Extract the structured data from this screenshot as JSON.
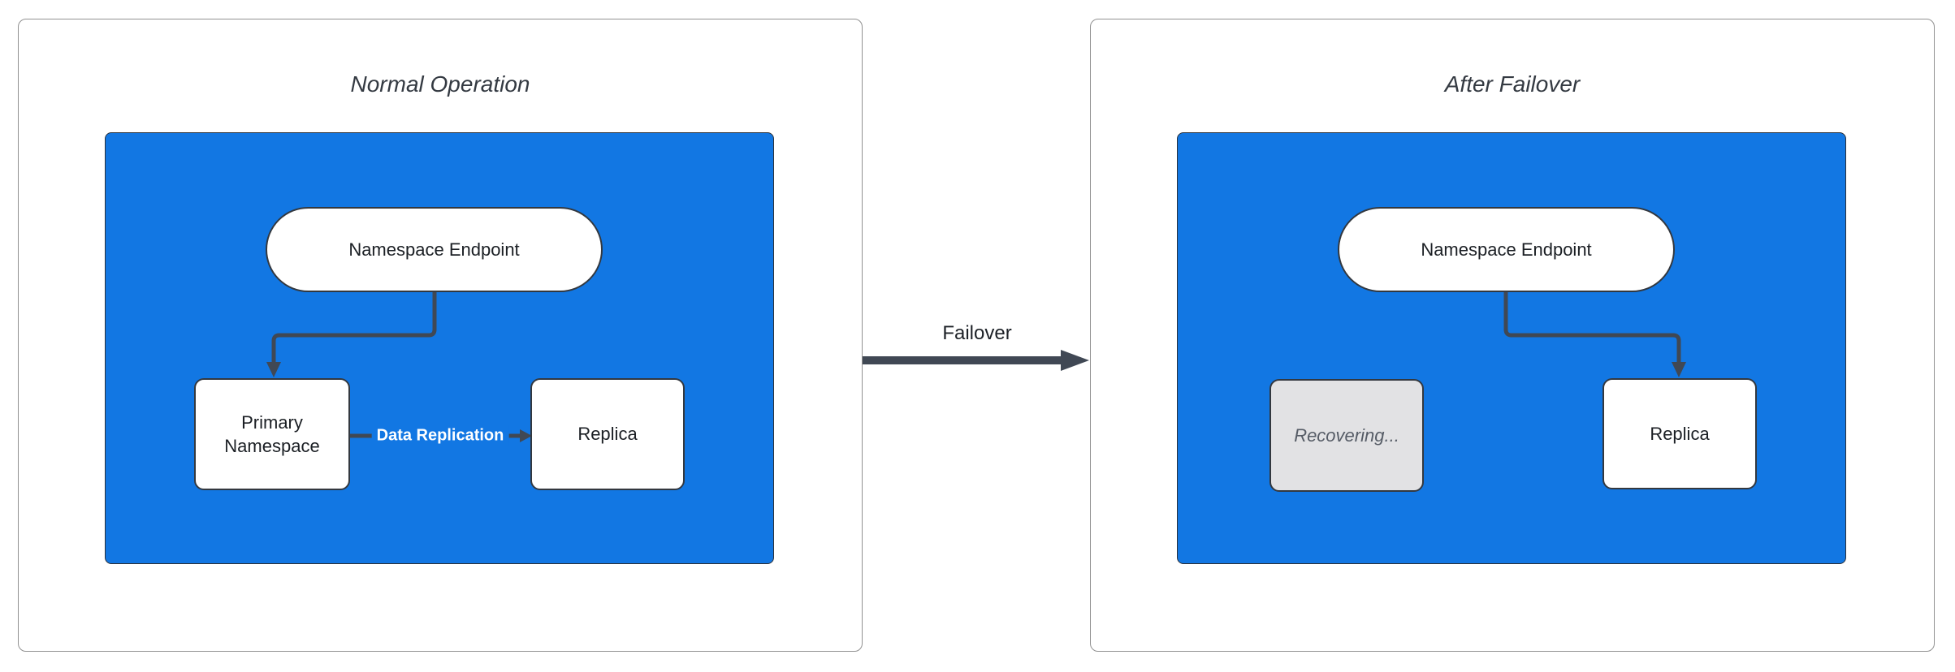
{
  "diagram": {
    "left_panel": {
      "title": "Normal Operation",
      "endpoint_label": "Namespace Endpoint",
      "primary_label": "Primary Namespace",
      "replica_label": "Replica",
      "edge_label": "Data Replication"
    },
    "right_panel": {
      "title": "After Failover",
      "endpoint_label": "Namespace Endpoint",
      "recovering_label": "Recovering...",
      "replica_label": "Replica"
    },
    "failover_label": "Failover"
  },
  "colors": {
    "blue": "#1277e3",
    "connector": "#404854",
    "node-border": "#33383f",
    "panel-border": "#919191",
    "gray-fill": "#e2e2e4",
    "gray-text": "#565c66",
    "node-text": "#1b1f24",
    "title-text": "#343a42",
    "white": "#ffffff"
  }
}
